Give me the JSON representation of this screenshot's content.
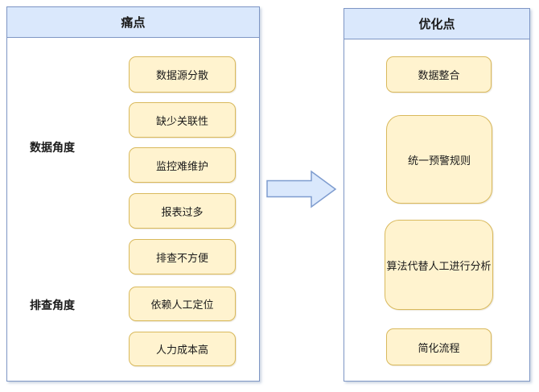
{
  "diagram": {
    "left_panel": {
      "title": "痛点",
      "groups": [
        {
          "label": "数据角度",
          "items": [
            "数据源分散",
            "缺少关联性",
            "监控难维护",
            "报表过多"
          ]
        },
        {
          "label": "排查角度",
          "items": [
            "排查不方便",
            "依赖人工定位",
            "人力成本高"
          ]
        }
      ]
    },
    "arrow": {
      "direction": "right"
    },
    "right_panel": {
      "title": "优化点",
      "items": [
        "数据整合",
        "统一预警规则",
        "算法代替人工进行分析",
        "简化流程"
      ]
    }
  },
  "colors": {
    "panel_header_fill": "#dae8fc",
    "panel_border": "#7e96c4",
    "panel_body_fill": "#ffffff",
    "node_fill": "#fff3cf",
    "node_border": "#d9b95c",
    "arrow_fill": "#dae8fc",
    "arrow_border": "#7e9ccf",
    "connector": "#000000",
    "text": "#1a1a1a"
  }
}
